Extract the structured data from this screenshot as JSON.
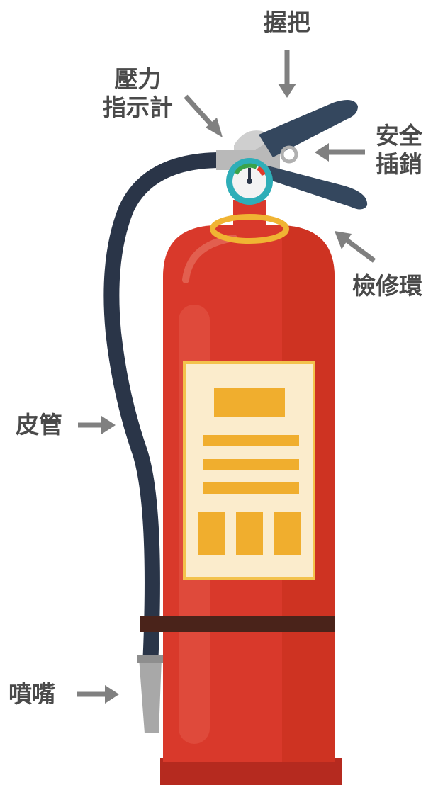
{
  "labels": {
    "handle": "握把",
    "pressure_gauge": [
      "壓力",
      "指示計"
    ],
    "safety_pin": [
      "安全",
      "插銷"
    ],
    "inspection_ring": "檢修環",
    "hose": "皮管",
    "nozzle": "噴嘴"
  },
  "colors": {
    "cylinder": "#d9392b",
    "cylinder_shadow": "#c22f22",
    "cylinder_highlight": "#e85a48",
    "hose": "#2a3548",
    "ring": "#f0b433",
    "gauge_ring": "#2eaeb8",
    "label_panel": "#fbeccc",
    "label_block": "#f0ae2e",
    "band": "#4a231a",
    "arrow": "#808080",
    "text": "#4a4a4a"
  }
}
